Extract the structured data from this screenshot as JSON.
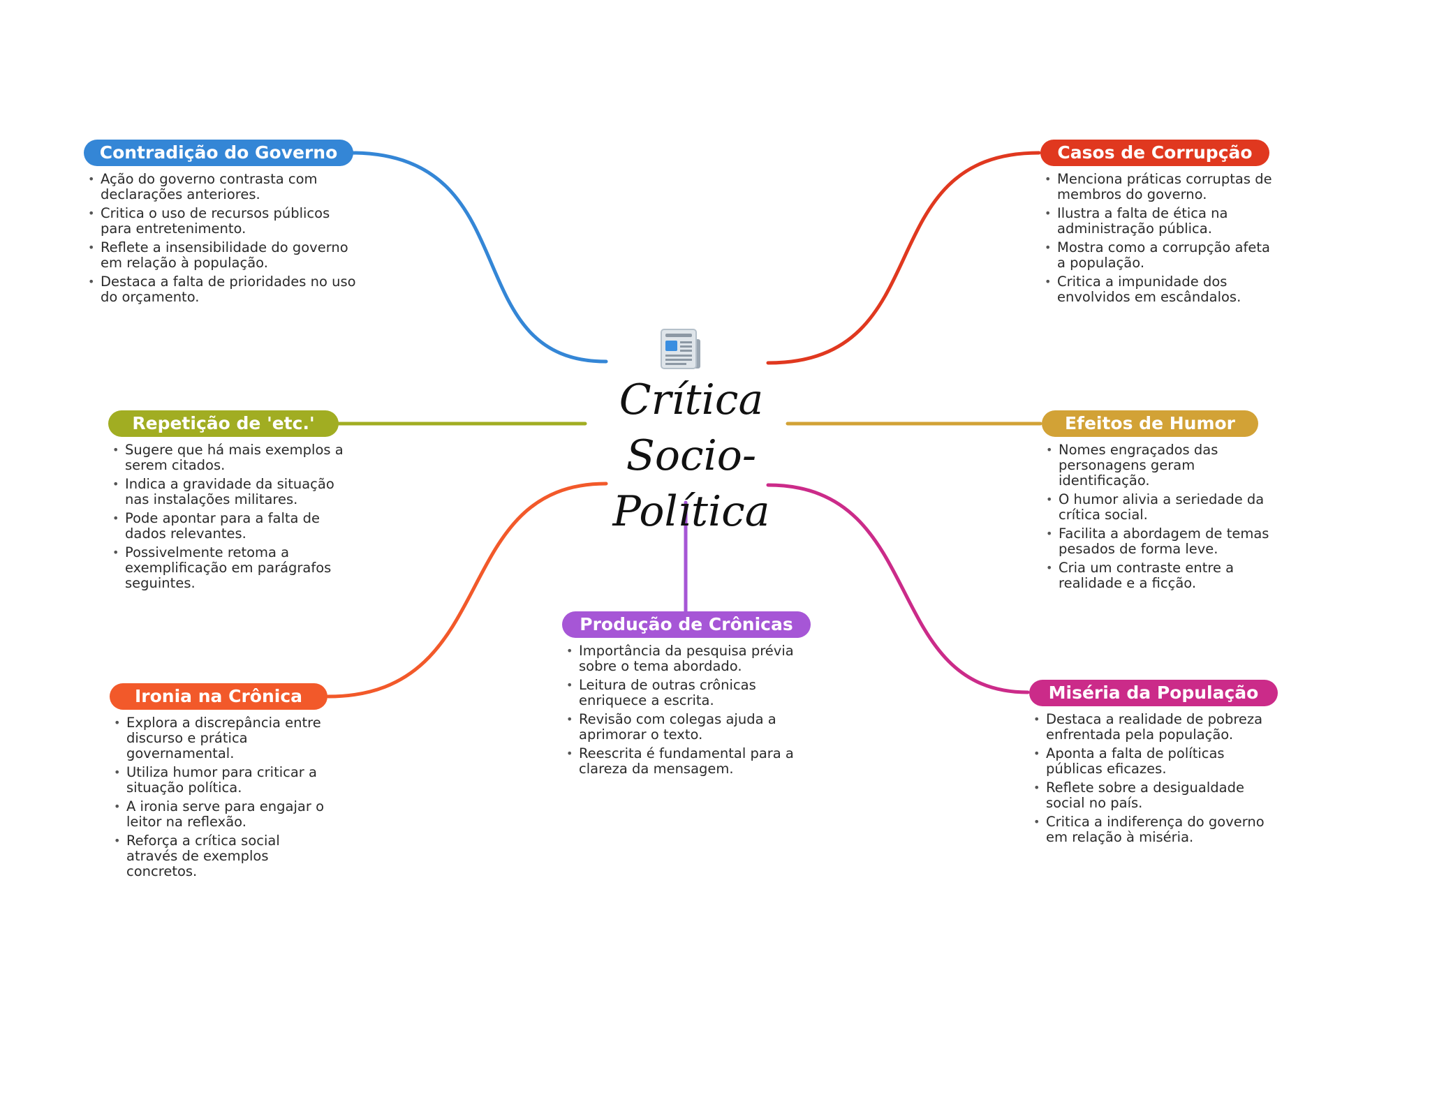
{
  "center": {
    "title_lines": [
      "Crítica",
      "Socio-Política"
    ],
    "icon": "newspaper-icon"
  },
  "colors": {
    "contradicao": "#3486d6",
    "corrupcao": "#e0381f",
    "repeticao": "#a1ad22",
    "humor": "#d2a236",
    "ironia": "#f2592a",
    "producao": "#a656d6",
    "miseria": "#cb2b89"
  },
  "branches": {
    "contradicao": {
      "label": "Contradição do Governo",
      "items": [
        "Ação do governo contrasta com declarações anteriores.",
        "Critica o uso de recursos públicos para entretenimento.",
        "Reflete a insensibilidade do governo em relação à população.",
        "Destaca a falta de prioridades no uso do orçamento."
      ]
    },
    "corrupcao": {
      "label": "Casos de Corrupção",
      "items": [
        "Menciona práticas corruptas de membros do governo.",
        "Ilustra a falta de ética na administração pública.",
        "Mostra como a corrupção afeta a população.",
        "Critica a impunidade dos envolvidos em escândalos."
      ]
    },
    "repeticao": {
      "label": "Repetição de 'etc.'",
      "items": [
        "Sugere que há mais exemplos a serem citados.",
        "Indica a gravidade da situação nas instalações militares.",
        "Pode apontar para a falta de dados relevantes.",
        "Possivelmente retoma a exemplificação em parágrafos seguintes."
      ]
    },
    "humor": {
      "label": "Efeitos de Humor",
      "items": [
        "Nomes engraçados das personagens geram identificação.",
        "O humor alivia a seriedade da crítica social.",
        "Facilita a abordagem de temas pesados de forma leve.",
        "Cria um contraste entre a realidade e a ficção."
      ]
    },
    "ironia": {
      "label": "Ironia na Crônica",
      "items": [
        "Explora a discrepância entre discurso e prática governamental.",
        "Utiliza humor para criticar a situação política.",
        "A ironia serve para engajar o leitor na reflexão.",
        "Reforça a crítica social através de exemplos concretos."
      ]
    },
    "producao": {
      "label": "Produção de Crônicas",
      "items": [
        "Importância da pesquisa prévia sobre o tema abordado.",
        "Leitura de outras crônicas enriquece a escrita.",
        "Revisão com colegas ajuda a aprimorar o texto.",
        "Reescrita é fundamental para a clareza da mensagem."
      ]
    },
    "miseria": {
      "label": "Miséria da População",
      "items": [
        "Destaca a realidade de pobreza enfrentada pela população.",
        "Aponta a falta de políticas públicas eficazes.",
        "Reflete sobre a desigualdade social no país.",
        "Critica a indiferença do governo em relação à miséria."
      ]
    }
  }
}
